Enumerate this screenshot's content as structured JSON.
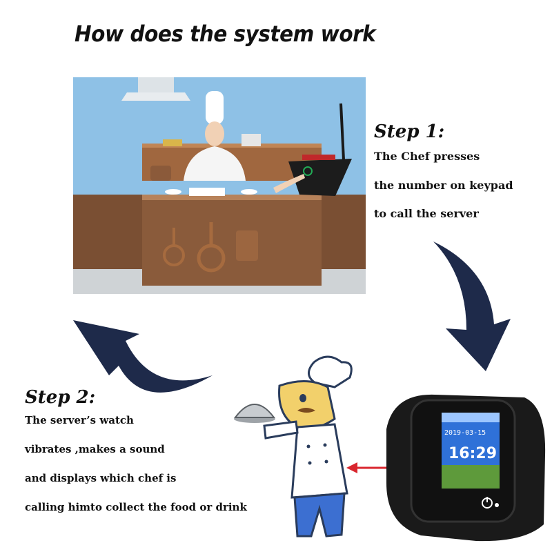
{
  "title": "How does the system work",
  "step1": {
    "heading": "Step 1:",
    "lines": [
      "The Chef presses",
      "the number on keypad",
      "to call the server"
    ]
  },
  "step2": {
    "heading": "Step 2:",
    "lines": [
      "The server’s watch",
      "vibrates ,makes a sound",
      "and displays which chef is",
      "calling himto collect the food or drink"
    ]
  },
  "watch": {
    "date": "2019-03-15",
    "time": "16:29"
  },
  "colors": {
    "arrow": "#1e2a4a",
    "sky": "#8ec1e6",
    "wall_wood": "#7a4f33",
    "pointer_arrow": "#d9262e"
  },
  "icons": [
    "curved-arrow-icon",
    "power-icon"
  ]
}
